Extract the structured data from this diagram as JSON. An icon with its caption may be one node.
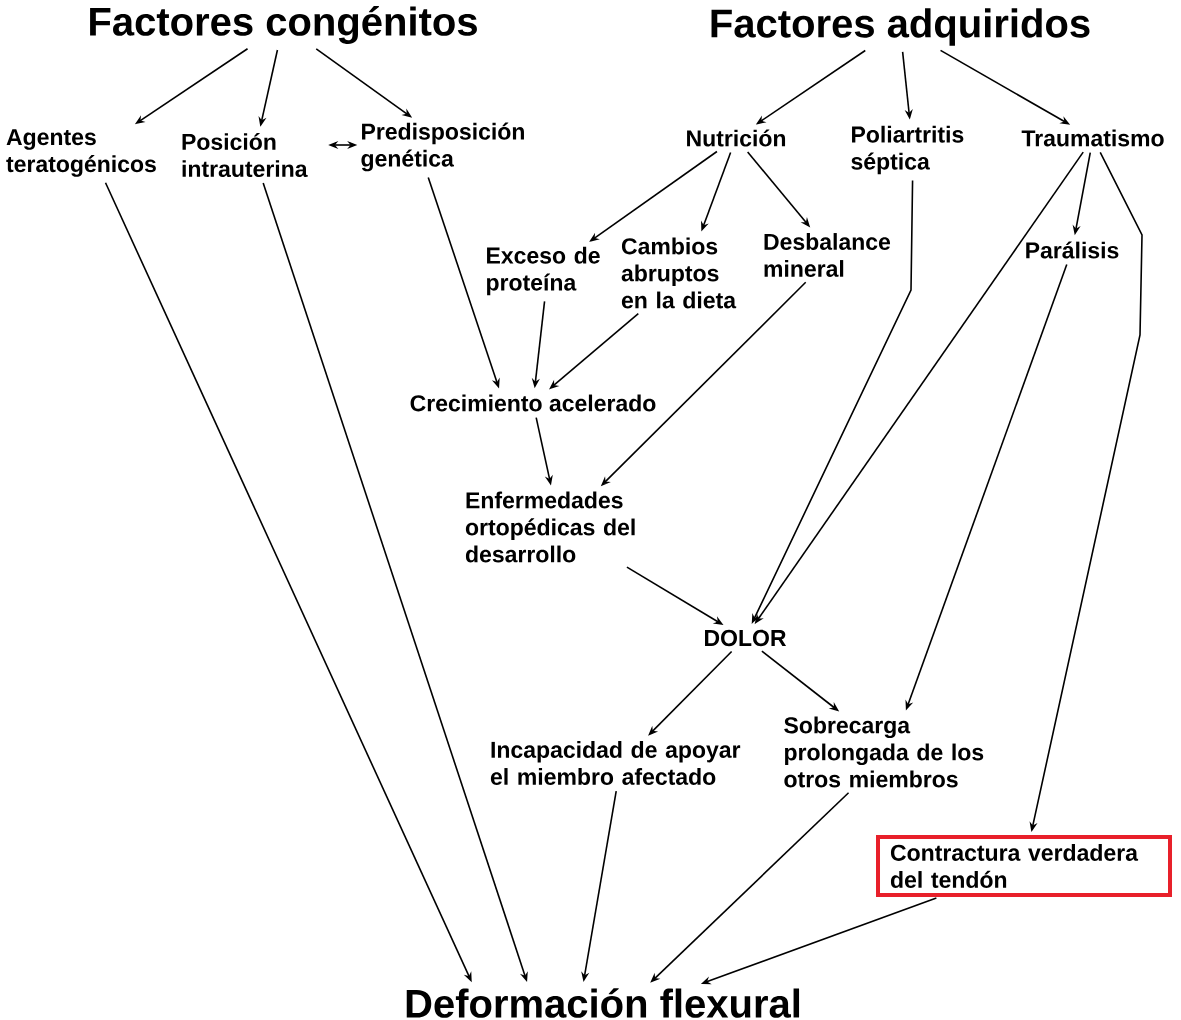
{
  "diagram": {
    "nodes": [
      {
        "text": [
          "Factores congénitos"
        ]
      },
      {
        "text": [
          "Factores adquiridos"
        ]
      },
      {
        "text": [
          "Agentes teratogénicos"
        ]
      },
      {
        "text": [
          "Posición intrauterina"
        ]
      },
      {
        "text": [
          "Predisposición genética"
        ]
      },
      {
        "text": [
          "Nutrición"
        ]
      },
      {
        "text": [
          "Poliartritis séptica"
        ]
      },
      {
        "text": [
          "Traumatismo"
        ]
      },
      {
        "text": [
          "Exceso de proteína"
        ]
      },
      {
        "text": [
          "Cambios abruptos en la dieta"
        ]
      },
      {
        "text": [
          "Desbalance mineral"
        ]
      },
      {
        "text": [
          "Parálisis"
        ]
      },
      {
        "text": [
          "Crecimiento acelerado"
        ]
      },
      {
        "text": [
          "Enfermedades ortopédicas del desarrollo"
        ]
      },
      {
        "text": [
          "DOLOR"
        ]
      },
      {
        "text": [
          "Incapacidad de apoyar el miembro afectado"
        ]
      },
      {
        "text": [
          "Sobrecarga prolongada de los otros miembros"
        ]
      },
      {
        "text": [
          "Contractura verdadera del tendón"
        ]
      },
      {
        "text": [
          "Deformación flexural"
        ]
      }
    ],
    "edges": [
      {
        "from": 0,
        "to": 2,
        "arrow": "to"
      },
      {
        "from": 0,
        "to": 3,
        "arrow": "to"
      },
      {
        "from": 0,
        "to": 4,
        "arrow": "to"
      },
      {
        "from": 3,
        "to": 4,
        "arrow": "both"
      },
      {
        "from": 1,
        "to": 5,
        "arrow": "to"
      },
      {
        "from": 1,
        "to": 6,
        "arrow": "to"
      },
      {
        "from": 1,
        "to": 7,
        "arrow": "to"
      },
      {
        "from": 5,
        "to": 8,
        "arrow": "to"
      },
      {
        "from": 5,
        "to": 9,
        "arrow": "to"
      },
      {
        "from": 5,
        "to": 10,
        "arrow": "to"
      },
      {
        "from": 7,
        "to": 11,
        "arrow": "to"
      },
      {
        "from": 2,
        "to": 18,
        "arrow": "to"
      },
      {
        "from": 3,
        "to": 18,
        "arrow": "to"
      },
      {
        "from": 4,
        "to": 12,
        "arrow": "to"
      },
      {
        "from": 8,
        "to": 12,
        "arrow": "to"
      },
      {
        "from": 9,
        "to": 12,
        "arrow": "to"
      },
      {
        "from": 12,
        "to": 13,
        "arrow": "to"
      },
      {
        "from": 10,
        "to": 13,
        "arrow": "to"
      },
      {
        "from": 13,
        "to": 14,
        "arrow": "to"
      },
      {
        "from": 6,
        "to": 14,
        "arrow": "to"
      },
      {
        "from": 7,
        "to": 14,
        "arrow": "to"
      },
      {
        "from": 14,
        "to": 15,
        "arrow": "to"
      },
      {
        "from": 14,
        "to": 16,
        "arrow": "to"
      },
      {
        "from": 11,
        "to": 16,
        "arrow": "to"
      },
      {
        "from": 7,
        "to": 17,
        "arrow": "to"
      },
      {
        "from": 15,
        "to": 18,
        "arrow": "to"
      },
      {
        "from": 16,
        "to": 18,
        "arrow": "to"
      },
      {
        "from": 17,
        "to": 18,
        "arrow": "to"
      }
    ]
  }
}
